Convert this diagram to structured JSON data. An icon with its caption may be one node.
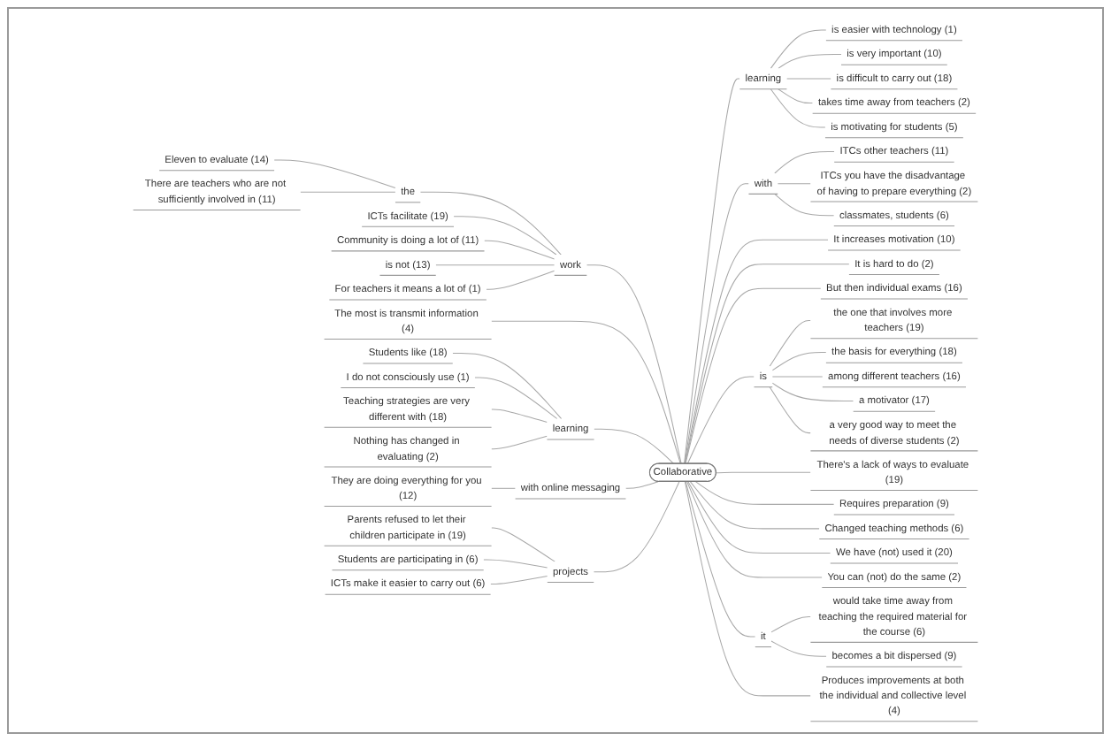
{
  "diagram": {
    "nodes": [
      {
        "text": [
          "Collaborative"
        ]
      },
      {
        "text": [
          "work"
        ]
      },
      {
        "text": [
          "the"
        ]
      },
      {
        "text": [
          "Eleven to evaluate (14)"
        ]
      },
      {
        "text": [
          "There are teachers who are not sufficiently involved in (11)"
        ]
      },
      {
        "text": [
          "ICTs facilitate (19)"
        ]
      },
      {
        "text": [
          "Community is doing a lot of (11)"
        ]
      },
      {
        "text": [
          "is not (13)"
        ]
      },
      {
        "text": [
          "For teachers it means a lot of (1)"
        ]
      },
      {
        "text": [
          "The most is transmit information (4)"
        ]
      },
      {
        "text": [
          "learning"
        ]
      },
      {
        "text": [
          "Students like (18)"
        ]
      },
      {
        "text": [
          "I do not consciously use (1)"
        ]
      },
      {
        "text": [
          "Teaching strategies are very different with (18)"
        ]
      },
      {
        "text": [
          "Nothing has changed in evaluating (2)"
        ]
      },
      {
        "text": [
          "with online messaging"
        ]
      },
      {
        "text": [
          "They are doing everything for you (12)"
        ]
      },
      {
        "text": [
          "projects"
        ]
      },
      {
        "text": [
          "Parents refused to let their children participate in (19)"
        ]
      },
      {
        "text": [
          "Students are participating in (6)"
        ]
      },
      {
        "text": [
          "ICTs make it easier to carry out (6)"
        ]
      },
      {
        "text": [
          "learning"
        ]
      },
      {
        "text": [
          "is easier with technology (1)"
        ]
      },
      {
        "text": [
          "is very important (10)"
        ]
      },
      {
        "text": [
          "is difficult to carry out (18)"
        ]
      },
      {
        "text": [
          "takes time away from teachers (2)"
        ]
      },
      {
        "text": [
          "is motivating for students (5)"
        ]
      },
      {
        "text": [
          "with"
        ]
      },
      {
        "text": [
          "ITCs other teachers (11)"
        ]
      },
      {
        "text": [
          "ITCs you have the disadvantage of having to prepare everything (2)"
        ]
      },
      {
        "text": [
          "classmates, students (6)"
        ]
      },
      {
        "text": [
          "It increases motivation (10)"
        ]
      },
      {
        "text": [
          "It is hard to do (2)"
        ]
      },
      {
        "text": [
          "But then individual exams (16)"
        ]
      },
      {
        "text": [
          "is"
        ]
      },
      {
        "text": [
          "the one that involves more teachers (19)"
        ]
      },
      {
        "text": [
          "the basis for everything (18)"
        ]
      },
      {
        "text": [
          "among different teachers (16)"
        ]
      },
      {
        "text": [
          "a motivator (17)"
        ]
      },
      {
        "text": [
          "a very good way to meet the needs of diverse students (2)"
        ]
      },
      {
        "text": [
          "There's a lack of ways to evaluate (19)"
        ]
      },
      {
        "text": [
          "Requires preparation (9)"
        ]
      },
      {
        "text": [
          "Changed teaching methods (6)"
        ]
      },
      {
        "text": [
          "We have (not) used it (20)"
        ]
      },
      {
        "text": [
          "You can (not) do the same (2)"
        ]
      },
      {
        "text": [
          "it"
        ]
      },
      {
        "text": [
          "would take time away from teaching the required material for the course (6)"
        ]
      },
      {
        "text": [
          "becomes a bit dispersed (9)"
        ]
      },
      {
        "text": [
          "Produces improvements at both the individual and collective level (4)"
        ]
      }
    ],
    "edges": [
      {
        "from": 0,
        "to": 1,
        "arrow": "none"
      },
      {
        "from": 1,
        "to": 2,
        "arrow": "none"
      },
      {
        "from": 2,
        "to": 3,
        "arrow": "none"
      },
      {
        "from": 2,
        "to": 4,
        "arrow": "none"
      },
      {
        "from": 1,
        "to": 5,
        "arrow": "none"
      },
      {
        "from": 1,
        "to": 6,
        "arrow": "none"
      },
      {
        "from": 1,
        "to": 7,
        "arrow": "none"
      },
      {
        "from": 1,
        "to": 8,
        "arrow": "none"
      },
      {
        "from": 0,
        "to": 9,
        "arrow": "none"
      },
      {
        "from": 0,
        "to": 10,
        "arrow": "none"
      },
      {
        "from": 10,
        "to": 11,
        "arrow": "none"
      },
      {
        "from": 10,
        "to": 12,
        "arrow": "none"
      },
      {
        "from": 10,
        "to": 13,
        "arrow": "none"
      },
      {
        "from": 10,
        "to": 14,
        "arrow": "none"
      },
      {
        "from": 0,
        "to": 15,
        "arrow": "none"
      },
      {
        "from": 15,
        "to": 16,
        "arrow": "none"
      },
      {
        "from": 0,
        "to": 17,
        "arrow": "none"
      },
      {
        "from": 17,
        "to": 18,
        "arrow": "none"
      },
      {
        "from": 17,
        "to": 19,
        "arrow": "none"
      },
      {
        "from": 17,
        "to": 20,
        "arrow": "none"
      },
      {
        "from": 0,
        "to": 21,
        "arrow": "none"
      },
      {
        "from": 21,
        "to": 22,
        "arrow": "none"
      },
      {
        "from": 21,
        "to": 23,
        "arrow": "none"
      },
      {
        "from": 21,
        "to": 24,
        "arrow": "none"
      },
      {
        "from": 21,
        "to": 25,
        "arrow": "none"
      },
      {
        "from": 21,
        "to": 26,
        "arrow": "none"
      },
      {
        "from": 0,
        "to": 27,
        "arrow": "none"
      },
      {
        "from": 27,
        "to": 28,
        "arrow": "none"
      },
      {
        "from": 27,
        "to": 29,
        "arrow": "none"
      },
      {
        "from": 27,
        "to": 30,
        "arrow": "none"
      },
      {
        "from": 0,
        "to": 31,
        "arrow": "none"
      },
      {
        "from": 0,
        "to": 32,
        "arrow": "none"
      },
      {
        "from": 0,
        "to": 33,
        "arrow": "none"
      },
      {
        "from": 0,
        "to": 34,
        "arrow": "none"
      },
      {
        "from": 34,
        "to": 35,
        "arrow": "none"
      },
      {
        "from": 34,
        "to": 36,
        "arrow": "none"
      },
      {
        "from": 34,
        "to": 37,
        "arrow": "none"
      },
      {
        "from": 34,
        "to": 38,
        "arrow": "none"
      },
      {
        "from": 34,
        "to": 39,
        "arrow": "none"
      },
      {
        "from": 0,
        "to": 40,
        "arrow": "none"
      },
      {
        "from": 0,
        "to": 41,
        "arrow": "none"
      },
      {
        "from": 0,
        "to": 42,
        "arrow": "none"
      },
      {
        "from": 0,
        "to": 43,
        "arrow": "none"
      },
      {
        "from": 0,
        "to": 44,
        "arrow": "none"
      },
      {
        "from": 0,
        "to": 45,
        "arrow": "none"
      },
      {
        "from": 45,
        "to": 46,
        "arrow": "none"
      },
      {
        "from": 45,
        "to": 47,
        "arrow": "none"
      },
      {
        "from": 0,
        "to": 48,
        "arrow": "none"
      }
    ]
  }
}
